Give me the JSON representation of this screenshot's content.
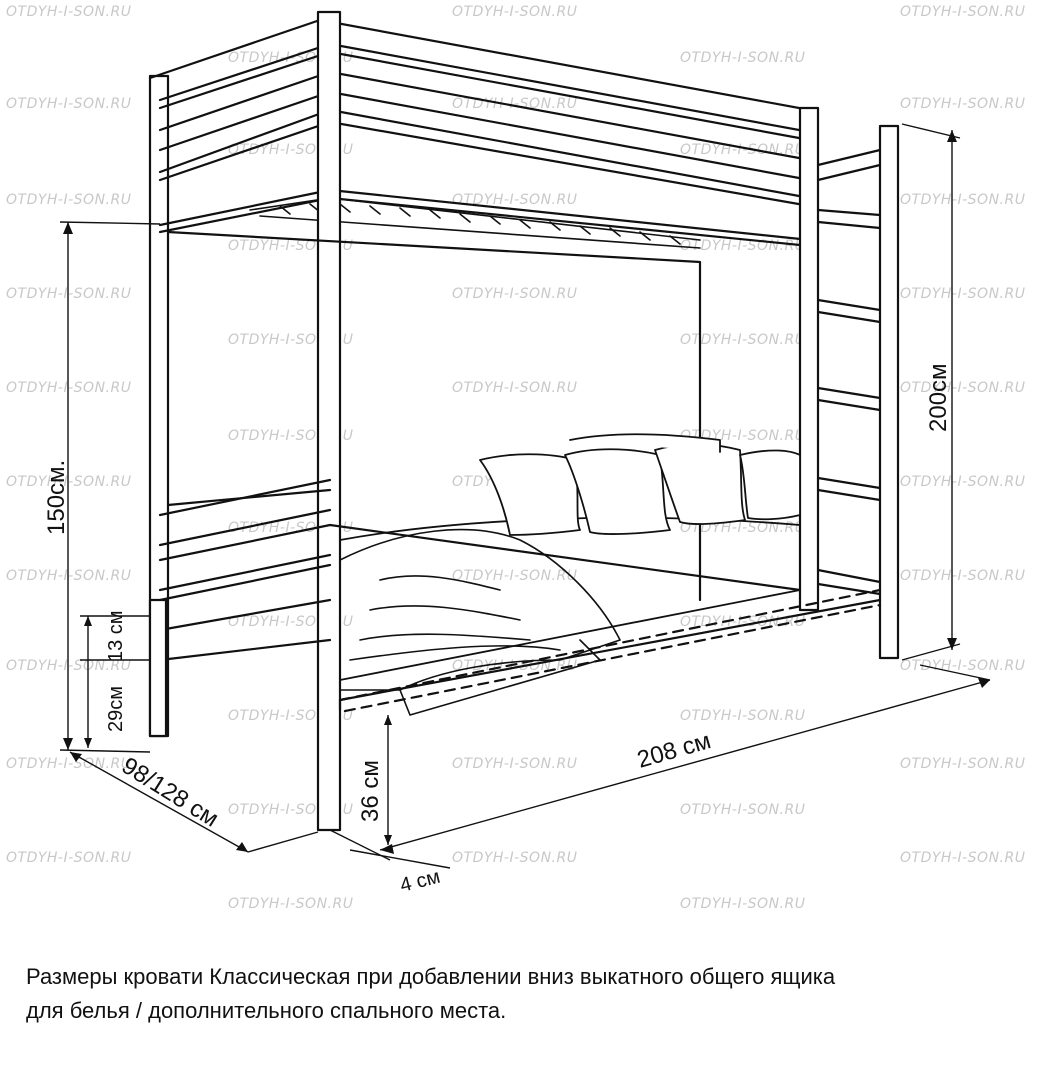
{
  "watermark": "OTDYH-I-SON.RU",
  "dimensions": {
    "height_total": "200см",
    "height_upper": "150см.",
    "length": "208 см",
    "width": "98/128 см",
    "drawer_height": "36 см",
    "gap": "4 см",
    "lower_rail": "29см",
    "upper_rail": "13 см"
  },
  "caption": {
    "line1": "Размеры кровати Классическая при добавлении вниз выкатного общего ящика",
    "line2": "для белья / дополнительного спального места."
  },
  "colors": {
    "line": "#111111",
    "watermark": "#c8c8c8",
    "background": "#ffffff"
  }
}
